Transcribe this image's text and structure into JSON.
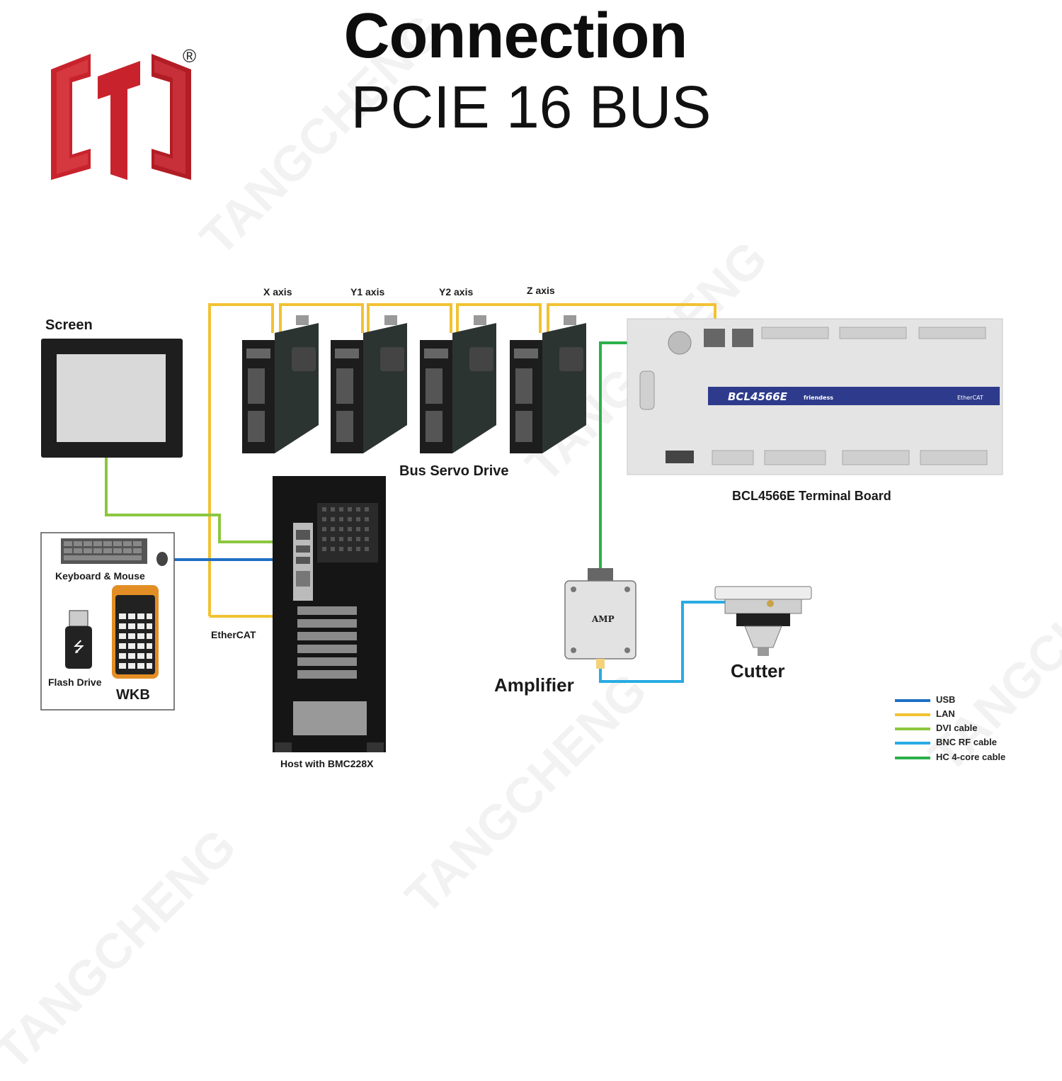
{
  "brand": {
    "registered_mark": "®",
    "watermark": "TANGCHENG",
    "logo_color": "#c8232c"
  },
  "title": "Connection",
  "subtitle": "PCIE 16 BUS",
  "components": {
    "screen": "Screen",
    "keyboard_mouse": "Keyboard & Mouse",
    "flash_drive": "Flash Drive",
    "wkb": "WKB",
    "ethercat": "EtherCAT",
    "host": "Host with BMC228X",
    "bus_servo_drive": "Bus Servo Drive",
    "axes": [
      "X axis",
      "Y1 axis",
      "Y2 axis",
      "Z axis"
    ],
    "terminal_board": "BCL4566E Terminal Board",
    "terminal_board_model": "BCL4566E",
    "terminal_board_brand": "friendess",
    "terminal_board_bus": "EtherCAT",
    "amplifier": "Amplifier",
    "amp_text": "AMP",
    "cutter": "Cutter"
  },
  "legend": [
    {
      "label": "USB",
      "color": "#1f6fc4"
    },
    {
      "label": "LAN",
      "color": "#f1c232"
    },
    {
      "label": "DVI cable",
      "color": "#8cc63f"
    },
    {
      "label": "BNC RF cable",
      "color": "#29abe2"
    },
    {
      "label": "HC 4-core cable",
      "color": "#2bb04a"
    }
  ]
}
